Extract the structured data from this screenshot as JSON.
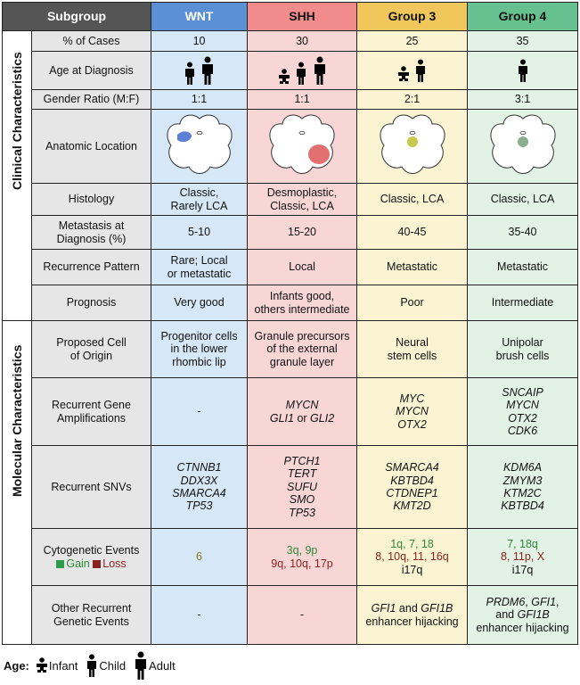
{
  "header": {
    "subgroup": "Subgroup",
    "wnt": "WNT",
    "shh": "SHH",
    "g3": "Group 3",
    "g4": "Group 4"
  },
  "sections": {
    "clinical": "Clinical Characteristics",
    "molecular": "Molecular Characteristics"
  },
  "rows": {
    "cases": {
      "label": "% of Cases",
      "wnt": "10",
      "shh": "30",
      "g3": "25",
      "g4": "35"
    },
    "age": {
      "label": "Age at Diagnosis",
      "wnt": [
        "child",
        "adult"
      ],
      "shh": [
        "infant",
        "child",
        "adult"
      ],
      "g3": [
        "infant",
        "child"
      ],
      "g4": [
        "child"
      ]
    },
    "gender": {
      "label": "Gender Ratio (M:F)",
      "wnt": "1:1",
      "shh": "1:1",
      "g3": "2:1",
      "g4": "3:1"
    },
    "anatomic": {
      "label": "Anatomic Location",
      "colors": {
        "wnt": "#5b7fd6",
        "shh": "#e06060",
        "g3": "#c8c84a",
        "g4": "#8aae8e"
      }
    },
    "histology": {
      "label": "Histology",
      "wnt_1": "Classic,",
      "wnt_2": "Rarely LCA",
      "shh_1": "Desmoplastic,",
      "shh_2": "Classic, LCA",
      "g3": "Classic, LCA",
      "g4": "Classic, LCA"
    },
    "metastasis": {
      "label_1": "Metastasis at",
      "label_2": "Diagnosis (%)",
      "wnt": "5-10",
      "shh": "15-20",
      "g3": "40-45",
      "g4": "35-40"
    },
    "recurrence": {
      "label": "Recurrence Pattern",
      "wnt_1": "Rare; Local",
      "wnt_2": "or metastatic",
      "shh": "Local",
      "g3": "Metastatic",
      "g4": "Metastatic"
    },
    "prognosis": {
      "label": "Prognosis",
      "wnt": "Very good",
      "shh_1": "Infants good,",
      "shh_2": "others intermediate",
      "g3": "Poor",
      "g4": "Intermediate"
    },
    "origin": {
      "label_1": "Proposed Cell",
      "label_2": "of Origin",
      "wnt_1": "Progenitor cells",
      "wnt_2": "in the lower",
      "wnt_3": "rhombic lip",
      "shh_1": "Granule precursors",
      "shh_2": "of the external",
      "shh_3": "granule layer",
      "g3_1": "Neural",
      "g3_2": "stem cells",
      "g4_1": "Unipolar",
      "g4_2": "brush cells"
    },
    "amplifications": {
      "label_1": "Recurrent Gene",
      "label_2": "Amplifications",
      "wnt": "-",
      "shh_1": "MYCN",
      "shh_2a": "GLI1",
      "shh_2b": " or ",
      "shh_2c": "GLI2",
      "g3": [
        "MYC",
        "MYCN",
        "OTX2"
      ],
      "g4": [
        "SNCAIP",
        "MYCN",
        "OTX2",
        "CDK6"
      ]
    },
    "snvs": {
      "label": "Recurrent SNVs",
      "wnt": [
        "CTNNB1",
        "DDX3X",
        "SMARCA4",
        "TP53"
      ],
      "shh": [
        "PTCH1",
        "TERT",
        "SUFU",
        "SMO",
        "TP53"
      ],
      "g3": [
        "SMARCA4",
        "KBTBD4",
        "CTDNEP1",
        "KMT2D"
      ],
      "g4": [
        "KDM6A",
        "ZMYM3",
        "KTM2C",
        "KBTBD4"
      ]
    },
    "cytogenetic": {
      "label": "Cytogenetic Events",
      "gain": "Gain",
      "loss": "Loss",
      "wnt": "6",
      "shh_gain": "3q, 9p",
      "shh_loss": "9q, 10q, 17p",
      "g3_gain": "1q, 7, 18",
      "g3_loss": "8, 10q, 11, 16q",
      "g3_other": "i17q",
      "g4_gain": "7, 18q",
      "g4_loss": "8, 11p, X",
      "g4_other": "i17q"
    },
    "other": {
      "label_1": "Other Recurrent",
      "label_2": "Genetic Events",
      "wnt": "-",
      "shh": "-",
      "g3_1a": "GFI1",
      "g3_1b": " and ",
      "g3_1c": "GFI1B",
      "g3_2": "enhancer hijacking",
      "g4_1a": "PRDM6",
      "g4_1b": ", ",
      "g4_1c": "GFI1",
      "g4_1d": ",",
      "g4_2a": "and ",
      "g4_2b": "GFI1B",
      "g4_3": "enhancer hijacking"
    }
  },
  "legend": {
    "title": "Age:",
    "infant": "Infant",
    "child": "Child",
    "adult": "Adult"
  }
}
